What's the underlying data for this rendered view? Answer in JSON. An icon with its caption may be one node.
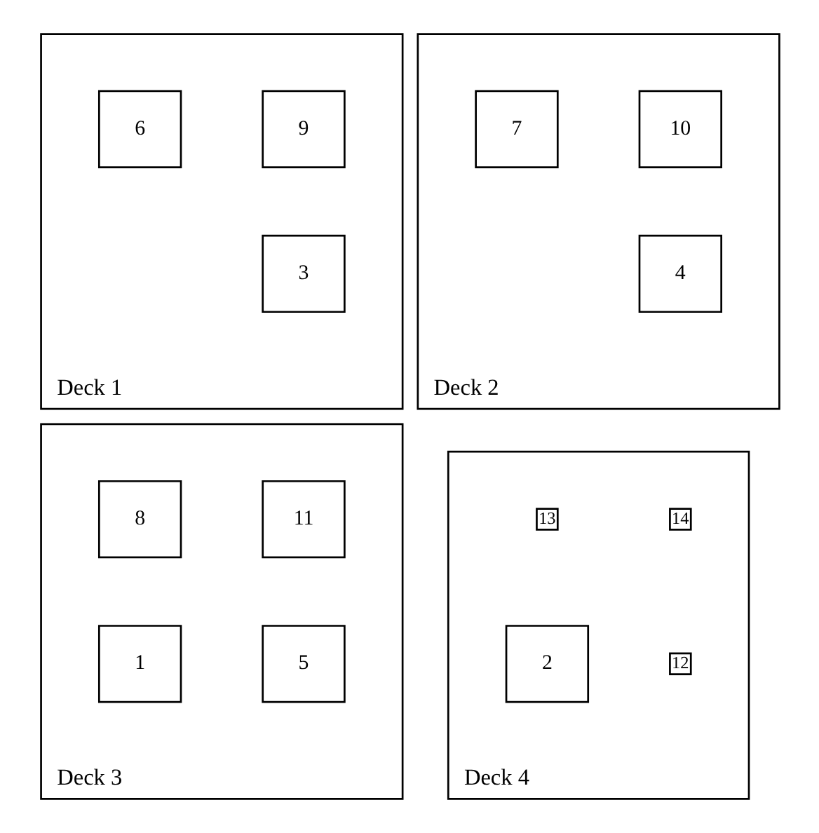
{
  "diagram": {
    "nodes": [
      {
        "text": [
          "Deck 1"
        ]
      },
      {
        "text": [
          "9"
        ],
        "in": 0
      },
      {
        "text": [
          "6"
        ],
        "in": 0
      },
      {
        "text": [
          "3"
        ],
        "in": 0
      },
      {
        "text": [
          "Deck 2"
        ]
      },
      {
        "text": [
          "10"
        ],
        "in": 4
      },
      {
        "text": [
          "7"
        ],
        "in": 4
      },
      {
        "text": [
          "4"
        ],
        "in": 4
      },
      {
        "text": [
          "Deck 3"
        ]
      },
      {
        "text": [
          "11"
        ],
        "in": 8
      },
      {
        "text": [
          "8"
        ],
        "in": 8
      },
      {
        "text": [
          "5"
        ],
        "in": 8
      },
      {
        "text": [
          "1"
        ],
        "in": 8
      },
      {
        "text": [
          "Deck 4"
        ]
      },
      {
        "text": [
          "14"
        ],
        "in": 13
      },
      {
        "text": [
          "13"
        ],
        "in": 13
      },
      {
        "text": [
          "12"
        ],
        "in": 13
      },
      {
        "text": [
          "2"
        ],
        "in": 13
      }
    ]
  }
}
